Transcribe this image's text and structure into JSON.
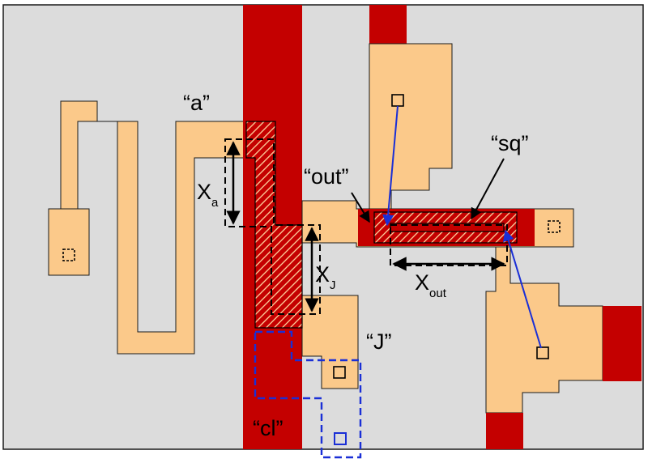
{
  "colors": {
    "background": "#dcdcdc",
    "metal": "#fbc98a",
    "poly": "#c40000",
    "hatch_line": "#ffd4a0",
    "outline": "#1a1a1a",
    "blue": "#1a2fd6"
  },
  "labels": {
    "a": "“a”",
    "out": "“out”",
    "sq": "“sq”",
    "j": "“J”",
    "cl": "“cl”"
  },
  "dimensions": {
    "xa_main": "X",
    "xa_sub": "a",
    "xj_main": "X",
    "xj_sub": "J",
    "xout_main": "X",
    "xout_sub": "out"
  }
}
